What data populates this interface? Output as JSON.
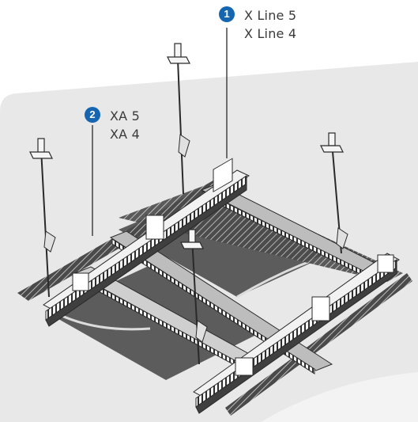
{
  "callouts": [
    {
      "number": "1",
      "lines": [
        "X Line 5",
        "X Line 4"
      ]
    },
    {
      "number": "2",
      "lines": [
        "XA 5",
        "XA 4"
      ]
    }
  ],
  "colors": {
    "panel_background": "#e8e8e8",
    "badge": "#1565b0",
    "label_text": "#3a3a3a",
    "rail_light": "#f2f2f2",
    "rail_dark": "#3f3f3f",
    "ceiling_panel": "#5a5a5a"
  }
}
